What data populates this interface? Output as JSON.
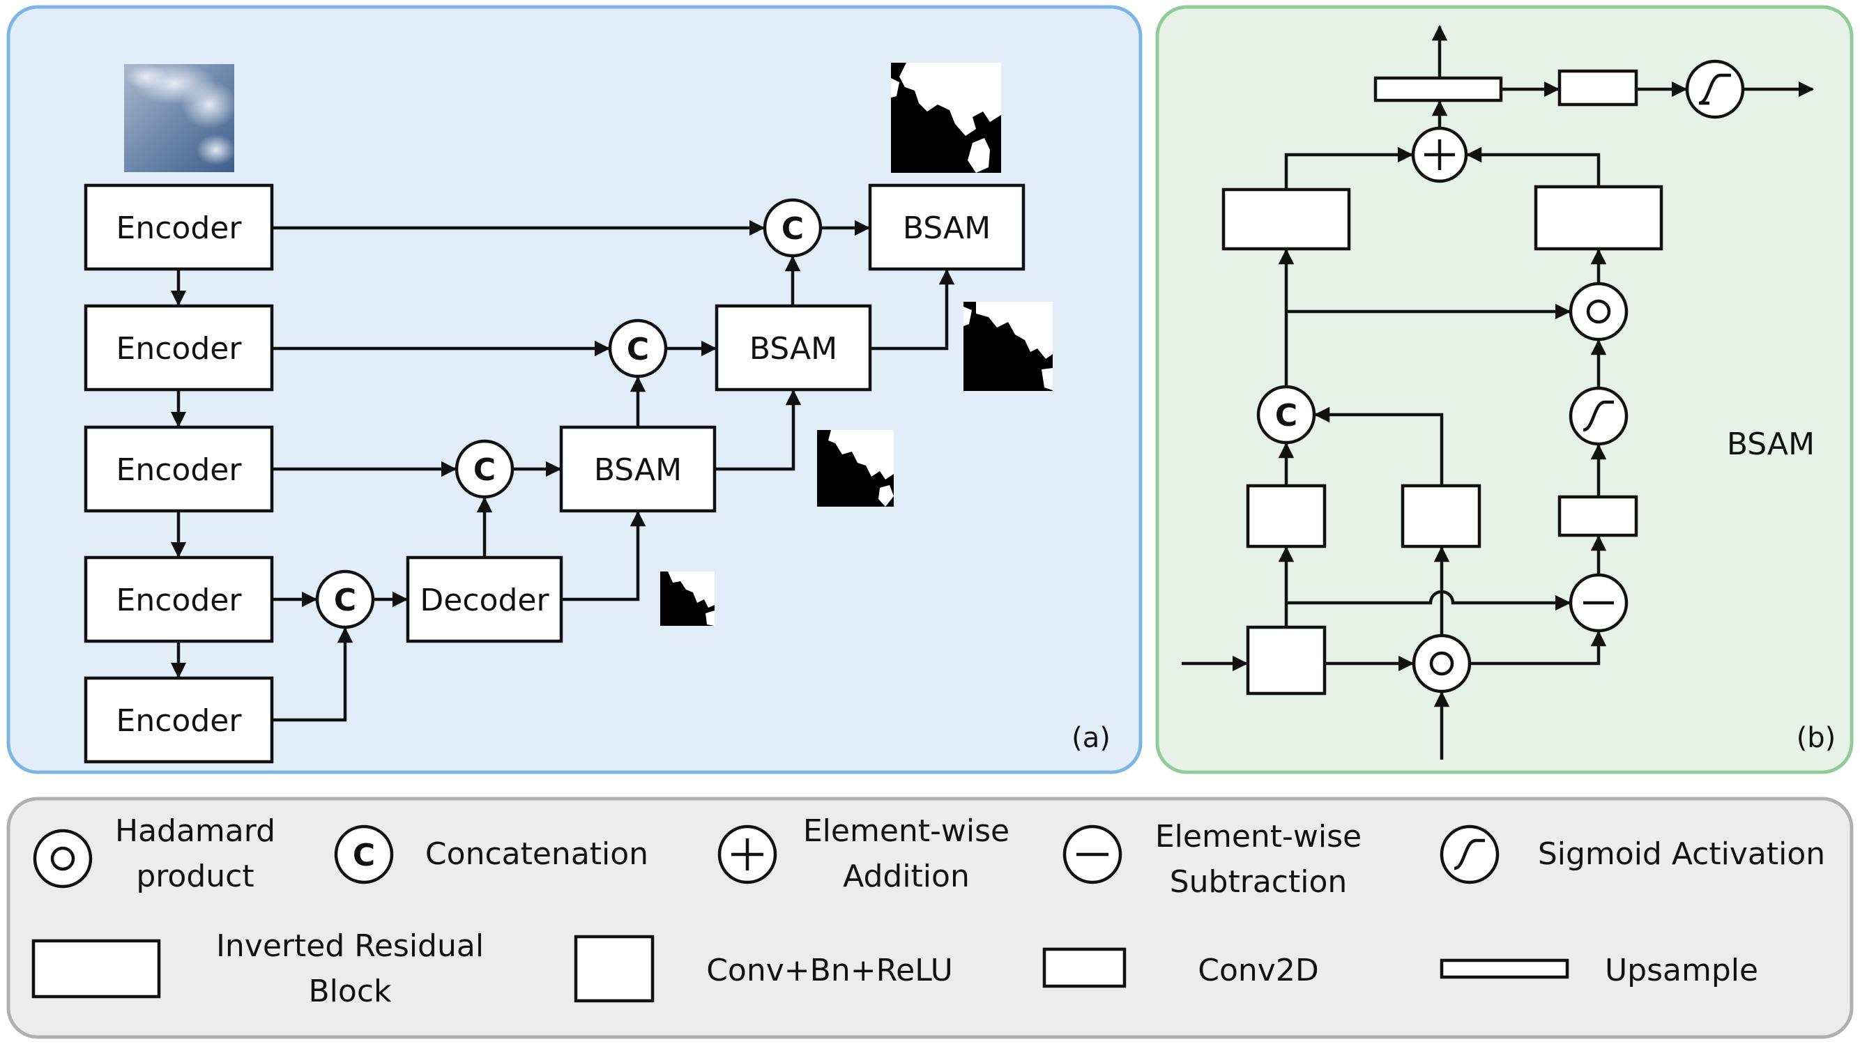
{
  "panel_a": {
    "label": "(a)",
    "encoders": [
      "Encoder",
      "Encoder",
      "Encoder",
      "Encoder",
      "Encoder"
    ],
    "decoder": "Decoder",
    "bsam": [
      "BSAM",
      "BSAM",
      "BSAM"
    ],
    "concat_symbol": "C",
    "background": "#e1edf9",
    "border": "#7cb5e6"
  },
  "panel_b": {
    "label": "(b)",
    "title": "BSAM",
    "concat_symbol": "C",
    "background": "#e6f2e7",
    "border": "#8fcc98"
  },
  "legend": {
    "background": "#ececec",
    "border": "#b0b0b0",
    "hadamard": [
      "Hadamard",
      "product"
    ],
    "concat_symbol": "C",
    "concatenation": "Concatenation",
    "addition": [
      "Element-wise",
      "Addition"
    ],
    "subtraction": [
      "Element-wise",
      "Subtraction"
    ],
    "sigmoid": "Sigmoid Activation",
    "inverted_residual": [
      "Inverted Residual",
      "Block"
    ],
    "conv_bn_relu": "Conv+Bn+ReLU",
    "conv2d": "Conv2D",
    "upsample": "Upsample"
  }
}
